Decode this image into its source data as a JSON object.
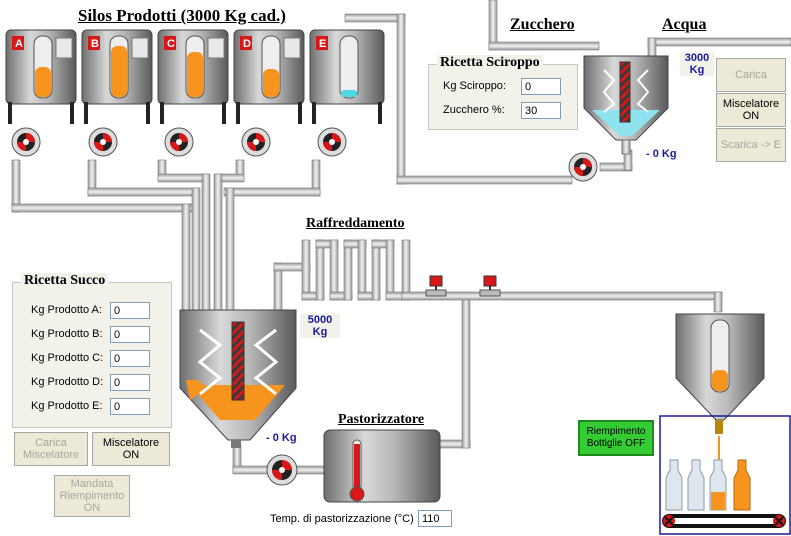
{
  "titles": {
    "silos": "Silos Prodotti (3000 Kg cad.)",
    "zucchero": "Zucchero",
    "acqua": "Acqua",
    "raffreddamento": "Raffreddamento",
    "pastorizzatore": "Pastorizzatore"
  },
  "silos": [
    {
      "letter": "A",
      "level": 0.5,
      "color": "#f7941d"
    },
    {
      "letter": "B",
      "level": 0.85,
      "color": "#f7941d"
    },
    {
      "letter": "C",
      "level": 0.75,
      "color": "#f7941d"
    },
    {
      "letter": "D",
      "level": 0.45,
      "color": "#f7941d"
    },
    {
      "letter": "E",
      "level": 0.12,
      "color": "#4fd7e6"
    }
  ],
  "ricetta_sciroppo": {
    "legend": "Ricetta Sciroppo",
    "kg_sciroppo_label": "Kg Sciroppo:",
    "kg_sciroppo_value": "0",
    "zucchero_label": "Zucchero %:",
    "zucchero_value": "30"
  },
  "syrup_tank": {
    "weight_line1": "3000",
    "weight_line2": "Kg",
    "zero_label": "- 0 Kg"
  },
  "syrup_buttons": {
    "carica": "Carica",
    "miscelatore_l1": "Miscelatore",
    "miscelatore_l2": "ON",
    "scarica": "Scarica -> E"
  },
  "ricetta_succo": {
    "legend": "Ricetta Succo",
    "rows": [
      {
        "label": "Kg Prodotto A:",
        "value": "0"
      },
      {
        "label": "Kg Prodotto B:",
        "value": "0"
      },
      {
        "label": "Kg Prodotto C:",
        "value": "0"
      },
      {
        "label": "Kg Prodotto D:",
        "value": "0"
      },
      {
        "label": "Kg Prodotto E:",
        "value": "0"
      }
    ]
  },
  "mixer_tank": {
    "weight_line1": "5000",
    "weight_line2": "Kg",
    "zero_label": "- 0 Kg"
  },
  "mixer_buttons": {
    "carica_l1": "Carica",
    "carica_l2": "Miscelatore",
    "miscelatore_l1": "Miscelatore",
    "miscelatore_l2": "ON",
    "mandata_l1": "Mandata",
    "mandata_l2": "Riempimento",
    "mandata_l3": "ON"
  },
  "pasteurizer": {
    "temp_label": "Temp. di pastorizzazione (°C) :",
    "temp_value": "110"
  },
  "filling": {
    "button_l1": "Riempimento",
    "button_l2": "Bottiglie OFF",
    "button_color": "#33cc33"
  },
  "colors": {
    "juice": "#f7941d",
    "syrup": "#8ee3ef",
    "pipe": "#d9d9d9",
    "valve": "#d81818",
    "accent_blue": "#1a1a9a"
  }
}
